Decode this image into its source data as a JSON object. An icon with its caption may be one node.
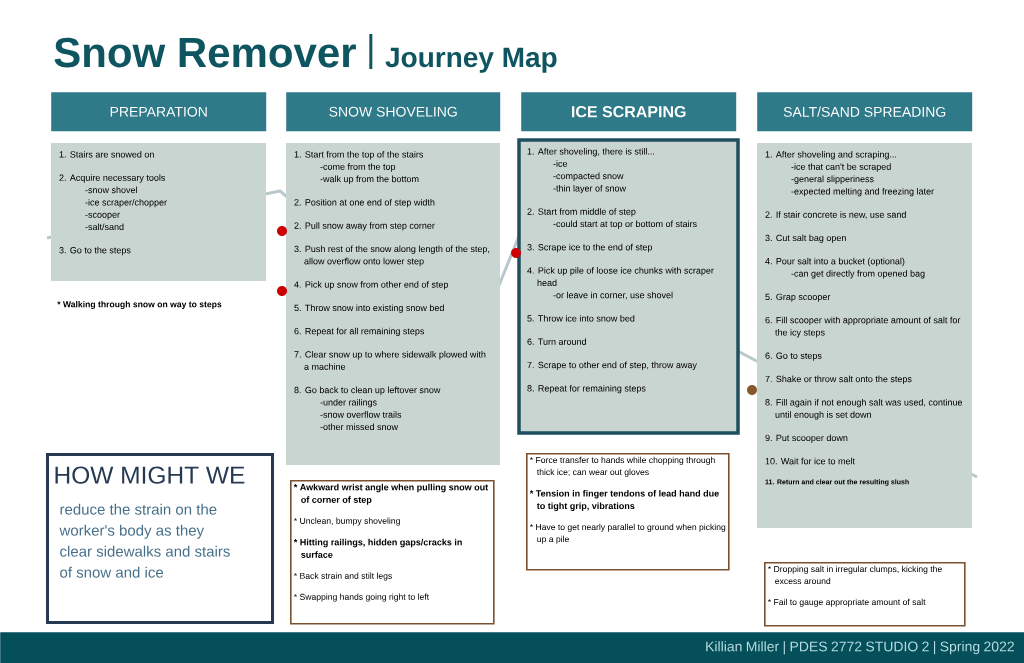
{
  "diagram": {
    "title": "Snow Remover",
    "nodes": [
      {
        "text": [
          "PREPARATION"
        ]
      },
      {
        "text": [
          "SNOW SHOVELING"
        ]
      },
      {
        "text": [
          "ICE SCRAPING"
        ]
      },
      {
        "text": [
          "SALT/SAND SPREADING"
        ]
      },
      {
        "text": [
          "1. Stairs are snowed on",
          "2. Acquire necessary tools",
          "-snow shovel",
          "-ice scraper/chopper",
          "-scooper",
          "-salt/sand",
          "3. Go to the steps"
        ]
      },
      {
        "text": [
          "1. Start from the top of the stairs",
          "-come from the top",
          "-walk up from the bottom",
          "2. Position at one end of step width",
          "2. Pull snow away from step corner",
          "3. Push rest of the snow along length of the step, allow overflow onto lower step",
          "4. Pick up snow from other end of step",
          "5. Throw snow into existing snow bed",
          "6. Repeat for all remaining steps",
          "7. Clear snow up to where sidewalk plowed with a machine",
          "8. Go back to clean up leftover snow",
          "-under railings",
          "-snow overflow trails",
          "-other missed snow"
        ]
      },
      {
        "text": [
          "1. After shoveling, there is still...",
          "-ice",
          "-compacted snow",
          "-thin layer of snow",
          "2. Start from middle of step",
          "-could start at top or bottom of stairs",
          "3. Scrape ice to the end of step",
          "4. Pick up pile of loose ice chunks with scraper head",
          "-or leave in corner, use shovel",
          "5. Throw ice into snow bed",
          "6. Turn around",
          "7. Scrape to other end of step, throw away",
          "8. Repeat for remaining steps"
        ]
      },
      {
        "text": [
          "1. After shoveling and scraping...",
          "-ice that can't be scraped",
          "-general slipperiness",
          "-expected melting and freezing later",
          "2. If stair concrete is new, use sand",
          "3. Cut salt bag open",
          "4. Pour salt into a bucket (optional)",
          "-can get directly from opened bag",
          "5. Grap scooper",
          "6. Fill scooper with appropriate amount of salt for the icy steps",
          "6. Go to steps",
          "7. Shake or throw salt onto the steps",
          "8. Fill again if not enough salt was used, continue until enough is set down",
          "9. Put scooper down",
          "10. Wait for ice to melt",
          "11. Return and clear out the resulting slush"
        ]
      },
      {
        "text": [
          "HOW MIGHT WE",
          "reduce the strain on the worker's body as they clear sidewalks and stairs of snow and ice"
        ]
      },
      {
        "text": [
          "* Awkward wrist angle when pulling snow out of corner of step",
          "* Unclean, bumpy shoveling",
          "* Hitting railings, hidden gaps/cracks in surface",
          "* Back strain and stilt legs",
          "* Swapping hands going right to left"
        ]
      },
      {
        "text": [
          "* Force transfer to hands while chopping through thick ice; can wear out gloves",
          "* Tension in finger tendons of lead hand due to tight grip, vibrations",
          "* Have to get nearly parallel to ground when picking up a pile"
        ]
      },
      {
        "text": [
          "* Dropping salt in irregular clumps, kicking the excess around",
          "* Fail to gauge appropriate amount of salt"
        ]
      }
    ],
    "labels": [
      "Journey Map",
      "* Walking through snow on way to steps",
      "Killian Miller | PDES 2772 STUDIO 2 | Spring 2022"
    ]
  }
}
